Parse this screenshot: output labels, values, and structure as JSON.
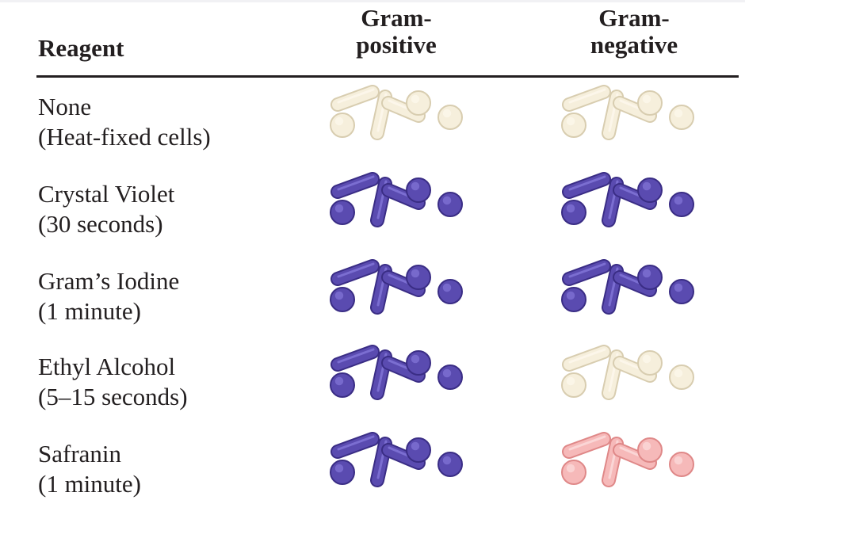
{
  "header": {
    "reagent": "Reagent",
    "gram_positive": [
      "Gram-",
      "positive"
    ],
    "gram_negative": [
      "Gram-",
      "negative"
    ]
  },
  "colors": {
    "unstained": {
      "fill": "#f6efdc",
      "stroke": "#d8cdb0",
      "light": "#fffaf0"
    },
    "violet": {
      "fill": "#5a4bb0",
      "stroke": "#3a2d85",
      "light": "#8a7de0"
    },
    "pink": {
      "fill": "#f6b9b9",
      "stroke": "#df8888",
      "light": "#fde3e3"
    }
  },
  "rows": [
    {
      "reagent": "None",
      "detail": "(Heat-fixed cells)",
      "positive_stain": "unstained",
      "negative_stain": "unstained"
    },
    {
      "reagent": "Crystal Violet",
      "detail": "(30 seconds)",
      "positive_stain": "violet",
      "negative_stain": "violet"
    },
    {
      "reagent": "Gram’s Iodine",
      "detail": "(1 minute)",
      "positive_stain": "violet",
      "negative_stain": "violet"
    },
    {
      "reagent": "Ethyl Alcohol",
      "detail": "(5–15 seconds)",
      "positive_stain": "violet",
      "negative_stain": "unstained"
    },
    {
      "reagent": "Safranin",
      "detail": "(1 minute)",
      "positive_stain": "violet",
      "negative_stain": "pink"
    }
  ]
}
